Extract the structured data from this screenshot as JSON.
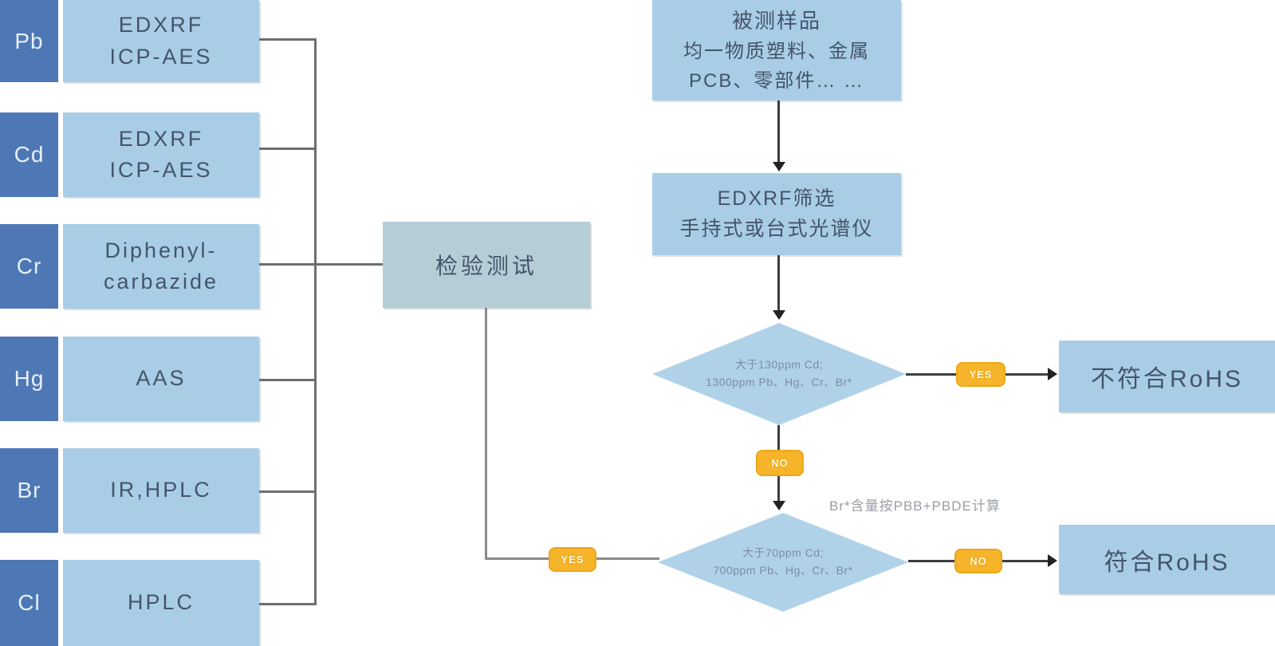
{
  "diagram": {
    "left_panel": {
      "rows": [
        {
          "symbol": "Pb",
          "method_lines": [
            "EDXRF",
            "ICP-AES"
          ]
        },
        {
          "symbol": "Cd",
          "method_lines": [
            "EDXRF",
            "ICP-AES"
          ]
        },
        {
          "symbol": "Cr",
          "method_lines": [
            "Diphenyl-",
            "carbazide"
          ]
        },
        {
          "symbol": "Hg",
          "method_lines": [
            "AAS"
          ]
        },
        {
          "symbol": "Br",
          "method_lines": [
            "IR,HPLC"
          ]
        },
        {
          "symbol": "Cl",
          "method_lines": [
            "HPLC"
          ]
        }
      ]
    },
    "test_box_label": "检验测试",
    "flow": {
      "sample_lines": [
        "被测样品",
        "均一物质塑料、金属",
        "PCB、零部件… …"
      ],
      "screening_lines": [
        "EDXRF筛选",
        "手持式或台式光谱仪"
      ],
      "decision1_lines": [
        "大于130ppm Cd;",
        "1300ppm Pb、Hg、Cr、Br*"
      ],
      "decision2_lines": [
        "大于70ppm Cd;",
        "700ppm Pb、Hg、Cr、Br*"
      ],
      "annotation": "Br*含量按PBB+PBDE计算",
      "result_fail": "不符合RoHS",
      "result_pass": "符合RoHS",
      "branch_labels": {
        "yes_to_fail": "YES",
        "no_between": "NO",
        "yes_from_test": "YES",
        "no_to_pass": "NO"
      }
    },
    "colors": {
      "element_box": "#4d78b5",
      "method_box": "#a9cde6",
      "test_box": "#b5ced6",
      "flow_box": "#a9cde6",
      "diamond": "#b0d2e9",
      "badge": "#f6b42a",
      "line_dark": "#3d3d3d",
      "line_gray": "#6e6e6e",
      "text_dark": "#44546a",
      "diamond_text": "#7b8ca3"
    }
  }
}
